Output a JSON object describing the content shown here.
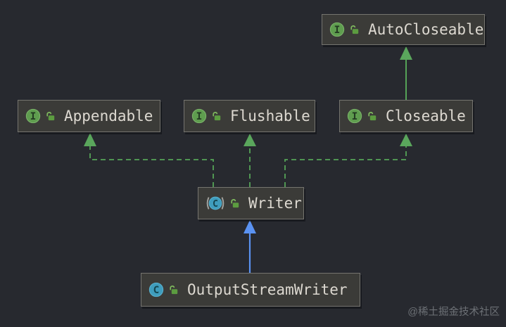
{
  "diagram": {
    "type": "uml-class-diagram",
    "nodes": [
      {
        "id": "autocloseable",
        "label": "AutoCloseable",
        "kind": "interface",
        "visibility": "public"
      },
      {
        "id": "appendable",
        "label": "Appendable",
        "kind": "interface",
        "visibility": "public"
      },
      {
        "id": "flushable",
        "label": "Flushable",
        "kind": "interface",
        "visibility": "public"
      },
      {
        "id": "closeable",
        "label": "Closeable",
        "kind": "interface",
        "visibility": "public"
      },
      {
        "id": "writer",
        "label": "Writer",
        "kind": "abstract-class",
        "visibility": "public"
      },
      {
        "id": "outputstreamwriter",
        "label": "OutputStreamWriter",
        "kind": "class",
        "visibility": "public"
      }
    ],
    "edges": [
      {
        "from": "Closeable",
        "to": "AutoCloseable",
        "type": "extends",
        "style": "solid-green-filled-arrow"
      },
      {
        "from": "Writer",
        "to": "Appendable",
        "type": "implements",
        "style": "dashed-green-filled-arrow"
      },
      {
        "from": "Writer",
        "to": "Flushable",
        "type": "implements",
        "style": "dashed-green-filled-arrow"
      },
      {
        "from": "Writer",
        "to": "Closeable",
        "type": "implements",
        "style": "dashed-green-filled-arrow"
      },
      {
        "from": "OutputStreamWriter",
        "to": "Writer",
        "type": "extends",
        "style": "solid-blue-filled-arrow"
      }
    ],
    "icon_letters": {
      "interface": "I",
      "class": "C",
      "abstract_class": "C"
    },
    "colors": {
      "background": "#27292f",
      "node_fill": "#3b3b38",
      "node_border": "#75746f",
      "node_text": "#ddd9d1",
      "implements_green": "#55a357",
      "extends_blue": "#5a92f2",
      "interface_icon_green": "#5f9d4f",
      "class_icon_teal": "#3f9dbd",
      "lock_green": "#5c9c40",
      "watermark_gray": "#6d7176"
    }
  },
  "watermark": {
    "text": "@稀土掘金技术社区"
  }
}
